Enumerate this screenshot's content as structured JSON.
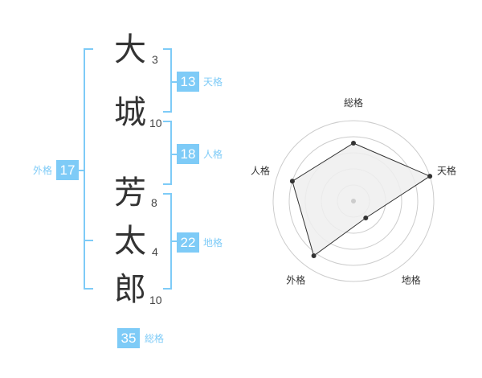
{
  "name": {
    "characters": [
      {
        "char": "大",
        "strokes": "3"
      },
      {
        "char": "城",
        "strokes": "10"
      },
      {
        "char": "芳",
        "strokes": "8"
      },
      {
        "char": "太",
        "strokes": "4"
      },
      {
        "char": "郎",
        "strokes": "10"
      }
    ]
  },
  "fortunes": {
    "tenkaku": {
      "value": "13",
      "label": "天格"
    },
    "jinkaku": {
      "value": "18",
      "label": "人格"
    },
    "chikaku": {
      "value": "22",
      "label": "地格"
    },
    "gaikaku": {
      "value": "17",
      "label": "外格"
    },
    "soukaku": {
      "value": "35",
      "label": "総格"
    }
  },
  "radar": {
    "labels": [
      "総格",
      "天格",
      "地格",
      "外格",
      "人格"
    ],
    "values": [
      0.72,
      1.0,
      0.26,
      0.84,
      0.8
    ],
    "line_color": "#333333",
    "fill_color": "#eeeeee",
    "ring_color": "#cccccc",
    "center_color": "#cccccc"
  },
  "colors": {
    "accent": "#7ecbf7",
    "text": "#333333"
  }
}
